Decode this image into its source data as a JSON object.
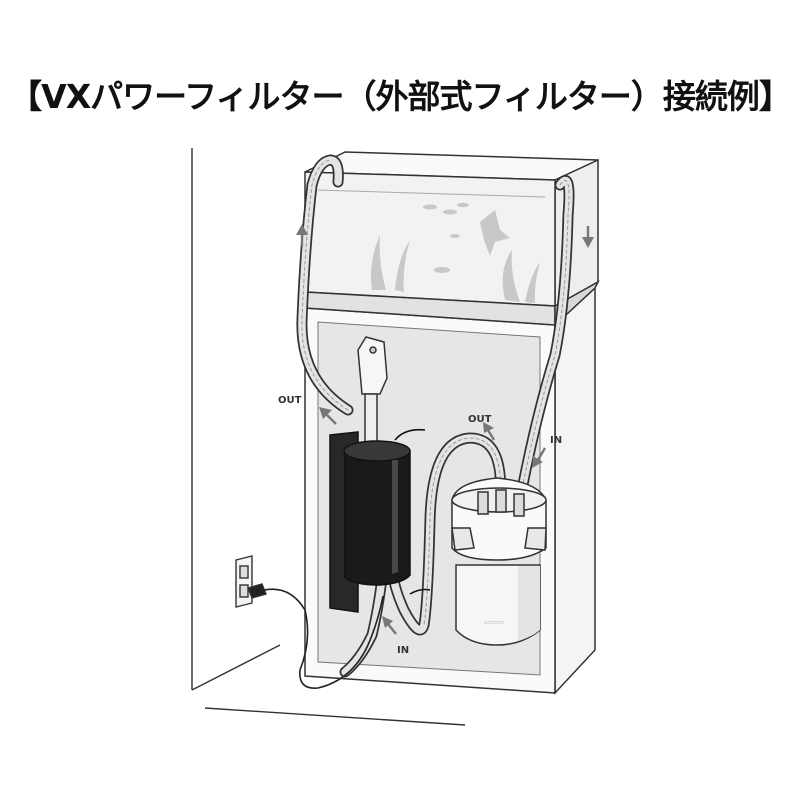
{
  "title": "【VXパワーフィルター（外部式フィルター）接続例】",
  "labels": {
    "out_left": "OUT",
    "out_right": "OUT",
    "in_right": "IN",
    "in_bottom": "IN"
  },
  "colors": {
    "line": "#333333",
    "hose": "#c9c9c9",
    "filter_body": "#1c1a18",
    "tank_glass": "#f2f2f2",
    "arrow": "#777777"
  },
  "icons": [
    "arrow-up-icon",
    "arrow-down-icon",
    "power-outlet-icon"
  ]
}
